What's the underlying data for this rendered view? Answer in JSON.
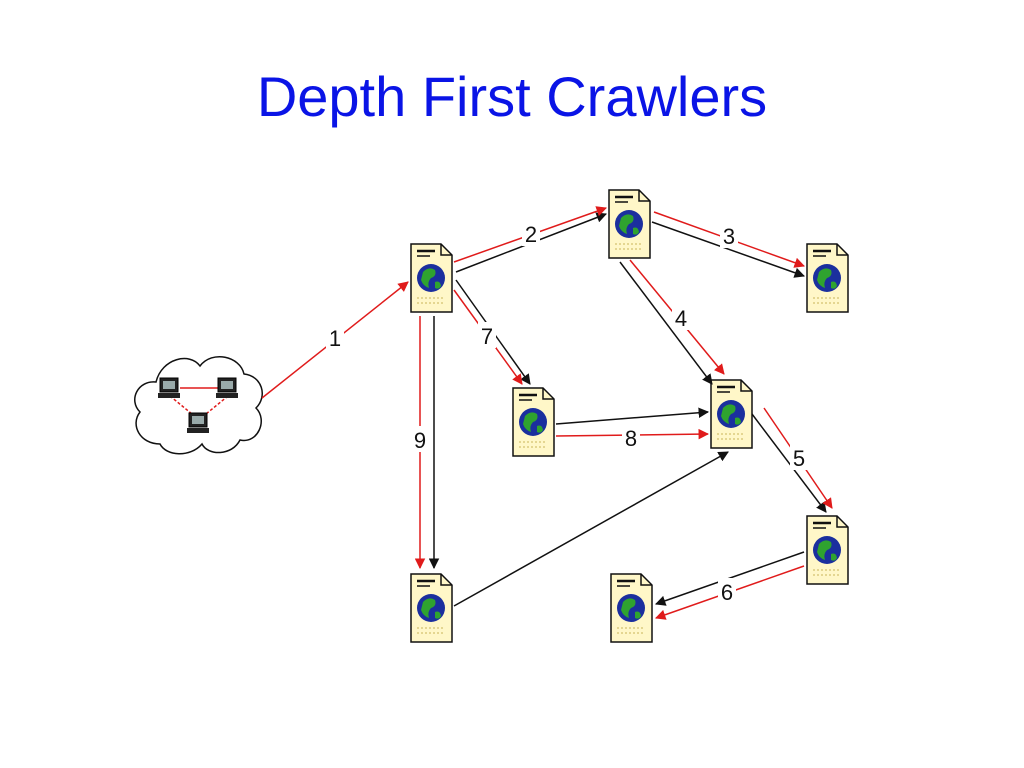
{
  "slide": {
    "title": "Depth First Crawlers"
  },
  "colors": {
    "title": "#0a14e6",
    "crawl_edge": "#e01b1b",
    "hyperlink_edge": "#111111",
    "page_fill": "#fff7c8",
    "globe": "#1b2f9e",
    "globe_land": "#2fa32f"
  },
  "diagram": {
    "icons": {
      "cloud": "computer-network-cloud-icon",
      "page": "web-page-document-icon"
    },
    "step_labels": [
      "1",
      "2",
      "3",
      "4",
      "5",
      "6",
      "7",
      "8",
      "9"
    ]
  }
}
